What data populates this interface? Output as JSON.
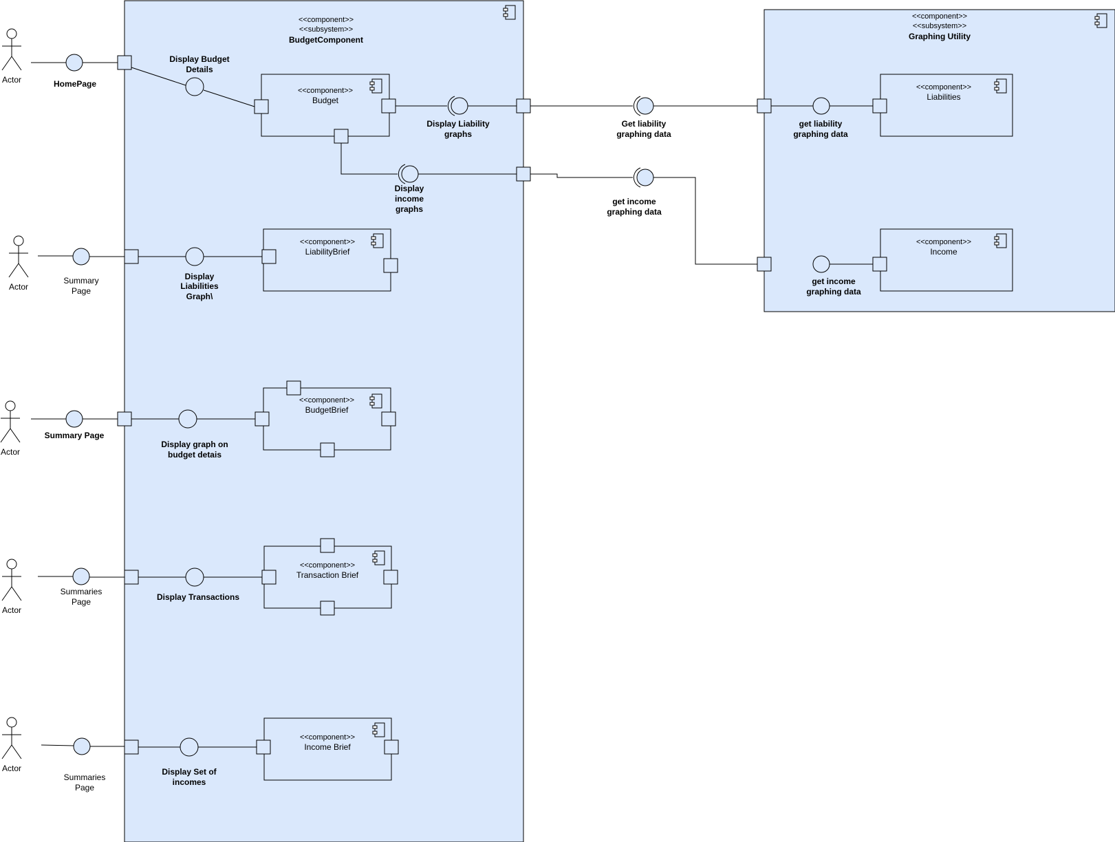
{
  "budget_subsystem": {
    "stereo1": "<<component>>",
    "stereo2": "<<subsystem>>",
    "name": "BudgetComponent"
  },
  "graphing_subsystem": {
    "stereo1": "<<component>>",
    "stereo2": "<<subsystem>>",
    "name": "Graphing Utility"
  },
  "components": {
    "budget": {
      "stereo": "<<component>>",
      "name": "Budget"
    },
    "liability_brief": {
      "stereo": "<<component>>",
      "name": "LiabilityBrief"
    },
    "budget_brief": {
      "stereo": "<<component>>",
      "name": "BudgetBrief"
    },
    "transaction_brief": {
      "stereo": "<<component>>",
      "name": "Transaction Brief"
    },
    "income_brief": {
      "stereo": "<<component>>",
      "name": "Income Brief"
    },
    "liabilities": {
      "stereo": "<<component>>",
      "name": "Liabilities"
    },
    "income": {
      "stereo": "<<component>>",
      "name": "Income"
    }
  },
  "actors": [
    "Actor",
    "Actor",
    "Actor",
    "Actor",
    "Actor"
  ],
  "pages": {
    "p1": [
      "HomePage"
    ],
    "p2": [
      "Summary",
      "Page"
    ],
    "p3": [
      "Summary Page"
    ],
    "p4": [
      "Summaries",
      "Page"
    ],
    "p5": [
      "Summaries",
      "Page"
    ]
  },
  "interfaces": {
    "display_budget_details": [
      "Display Budget",
      "Details"
    ],
    "display_liability_graphs": [
      "Display Liability",
      "graphs"
    ],
    "display_income_graphs": [
      "Display",
      "income",
      "graphs"
    ],
    "get_liability_mid": [
      "Get liability",
      "graphing data"
    ],
    "get_income_mid": [
      "get income",
      "graphing data"
    ],
    "get_liability_right": [
      "get liability",
      "graphing data"
    ],
    "get_income_right": [
      "get income",
      "graphing data"
    ],
    "display_liabilities_graph": [
      "Display",
      "Liabilities",
      "Graph\\"
    ],
    "display_graph_budget": [
      "Display graph on",
      "budget detais"
    ],
    "display_transactions": [
      "Display Transactions"
    ],
    "display_set_incomes": [
      "Display Set of",
      "incomes"
    ]
  }
}
